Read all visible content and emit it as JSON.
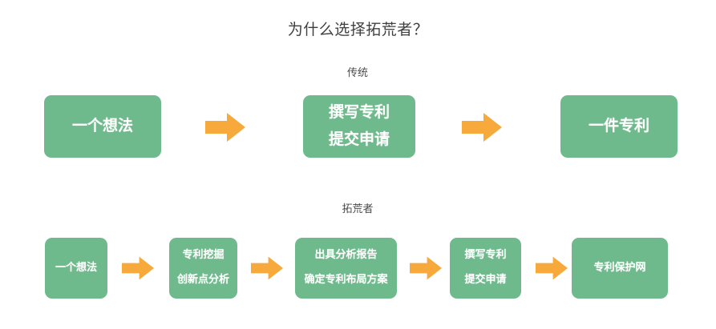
{
  "title": "为什么选择拓荒者？",
  "colors": {
    "box_fill": "#6fba8c",
    "arrow_fill": "#f7a93c",
    "box_text": "#ffffff",
    "title_text": "#3f3f3f",
    "caption_text": "#4a4a4a",
    "background": "#ffffff"
  },
  "sections": [
    {
      "caption": "传统",
      "steps": [
        {
          "lines": [
            "一个想法"
          ]
        },
        {
          "lines": [
            "撰写专利",
            "提交申请"
          ]
        },
        {
          "lines": [
            "一件专利"
          ]
        }
      ],
      "arrow_count": 2
    },
    {
      "caption": "拓荒者",
      "steps": [
        {
          "lines": [
            "一个想法"
          ]
        },
        {
          "lines": [
            "专利挖掘",
            "创新点分析"
          ]
        },
        {
          "lines": [
            "出具分析报告",
            "确定专利布局方案"
          ]
        },
        {
          "lines": [
            "撰写专利",
            "提交申请"
          ]
        },
        {
          "lines": [
            "专利保护网"
          ]
        }
      ],
      "arrow_count": 4
    }
  ],
  "icons": {
    "arrow": "right-arrow-icon"
  }
}
